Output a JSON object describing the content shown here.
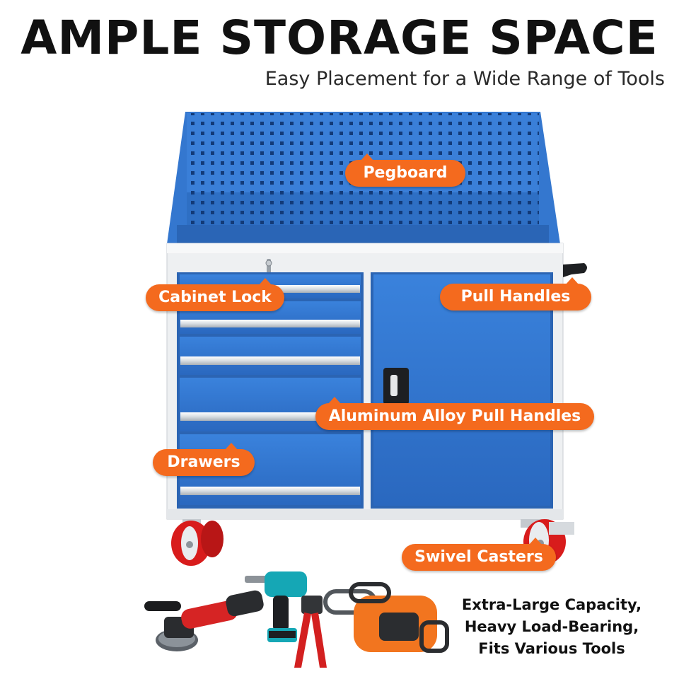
{
  "header": {
    "title": "AMPLE STORAGE SPACE",
    "subtitle": "Easy Placement for a Wide Range of Tools"
  },
  "callouts": {
    "pegboard": "Pegboard",
    "cabinet_lock": "Cabinet Lock",
    "pull_handles": "Pull Handles",
    "alloy_handles": "Aluminum Alloy Pull Handles",
    "drawers": "Drawers",
    "casters": "Swivel Casters"
  },
  "tagline": {
    "line1": "Extra-Large Capacity,",
    "line2": "Heavy Load-Bearing,",
    "line3": "Fits Various Tools"
  },
  "colors": {
    "accent_orange": "#f46a1e",
    "cabinet_blue": "#2f75d0",
    "frame_white": "#eef0f2",
    "wheel_red": "#d81c1c"
  },
  "icons": [
    "angle-grinder-icon",
    "cordless-drill-icon",
    "wire-stripper-icon",
    "chainsaw-icon"
  ]
}
